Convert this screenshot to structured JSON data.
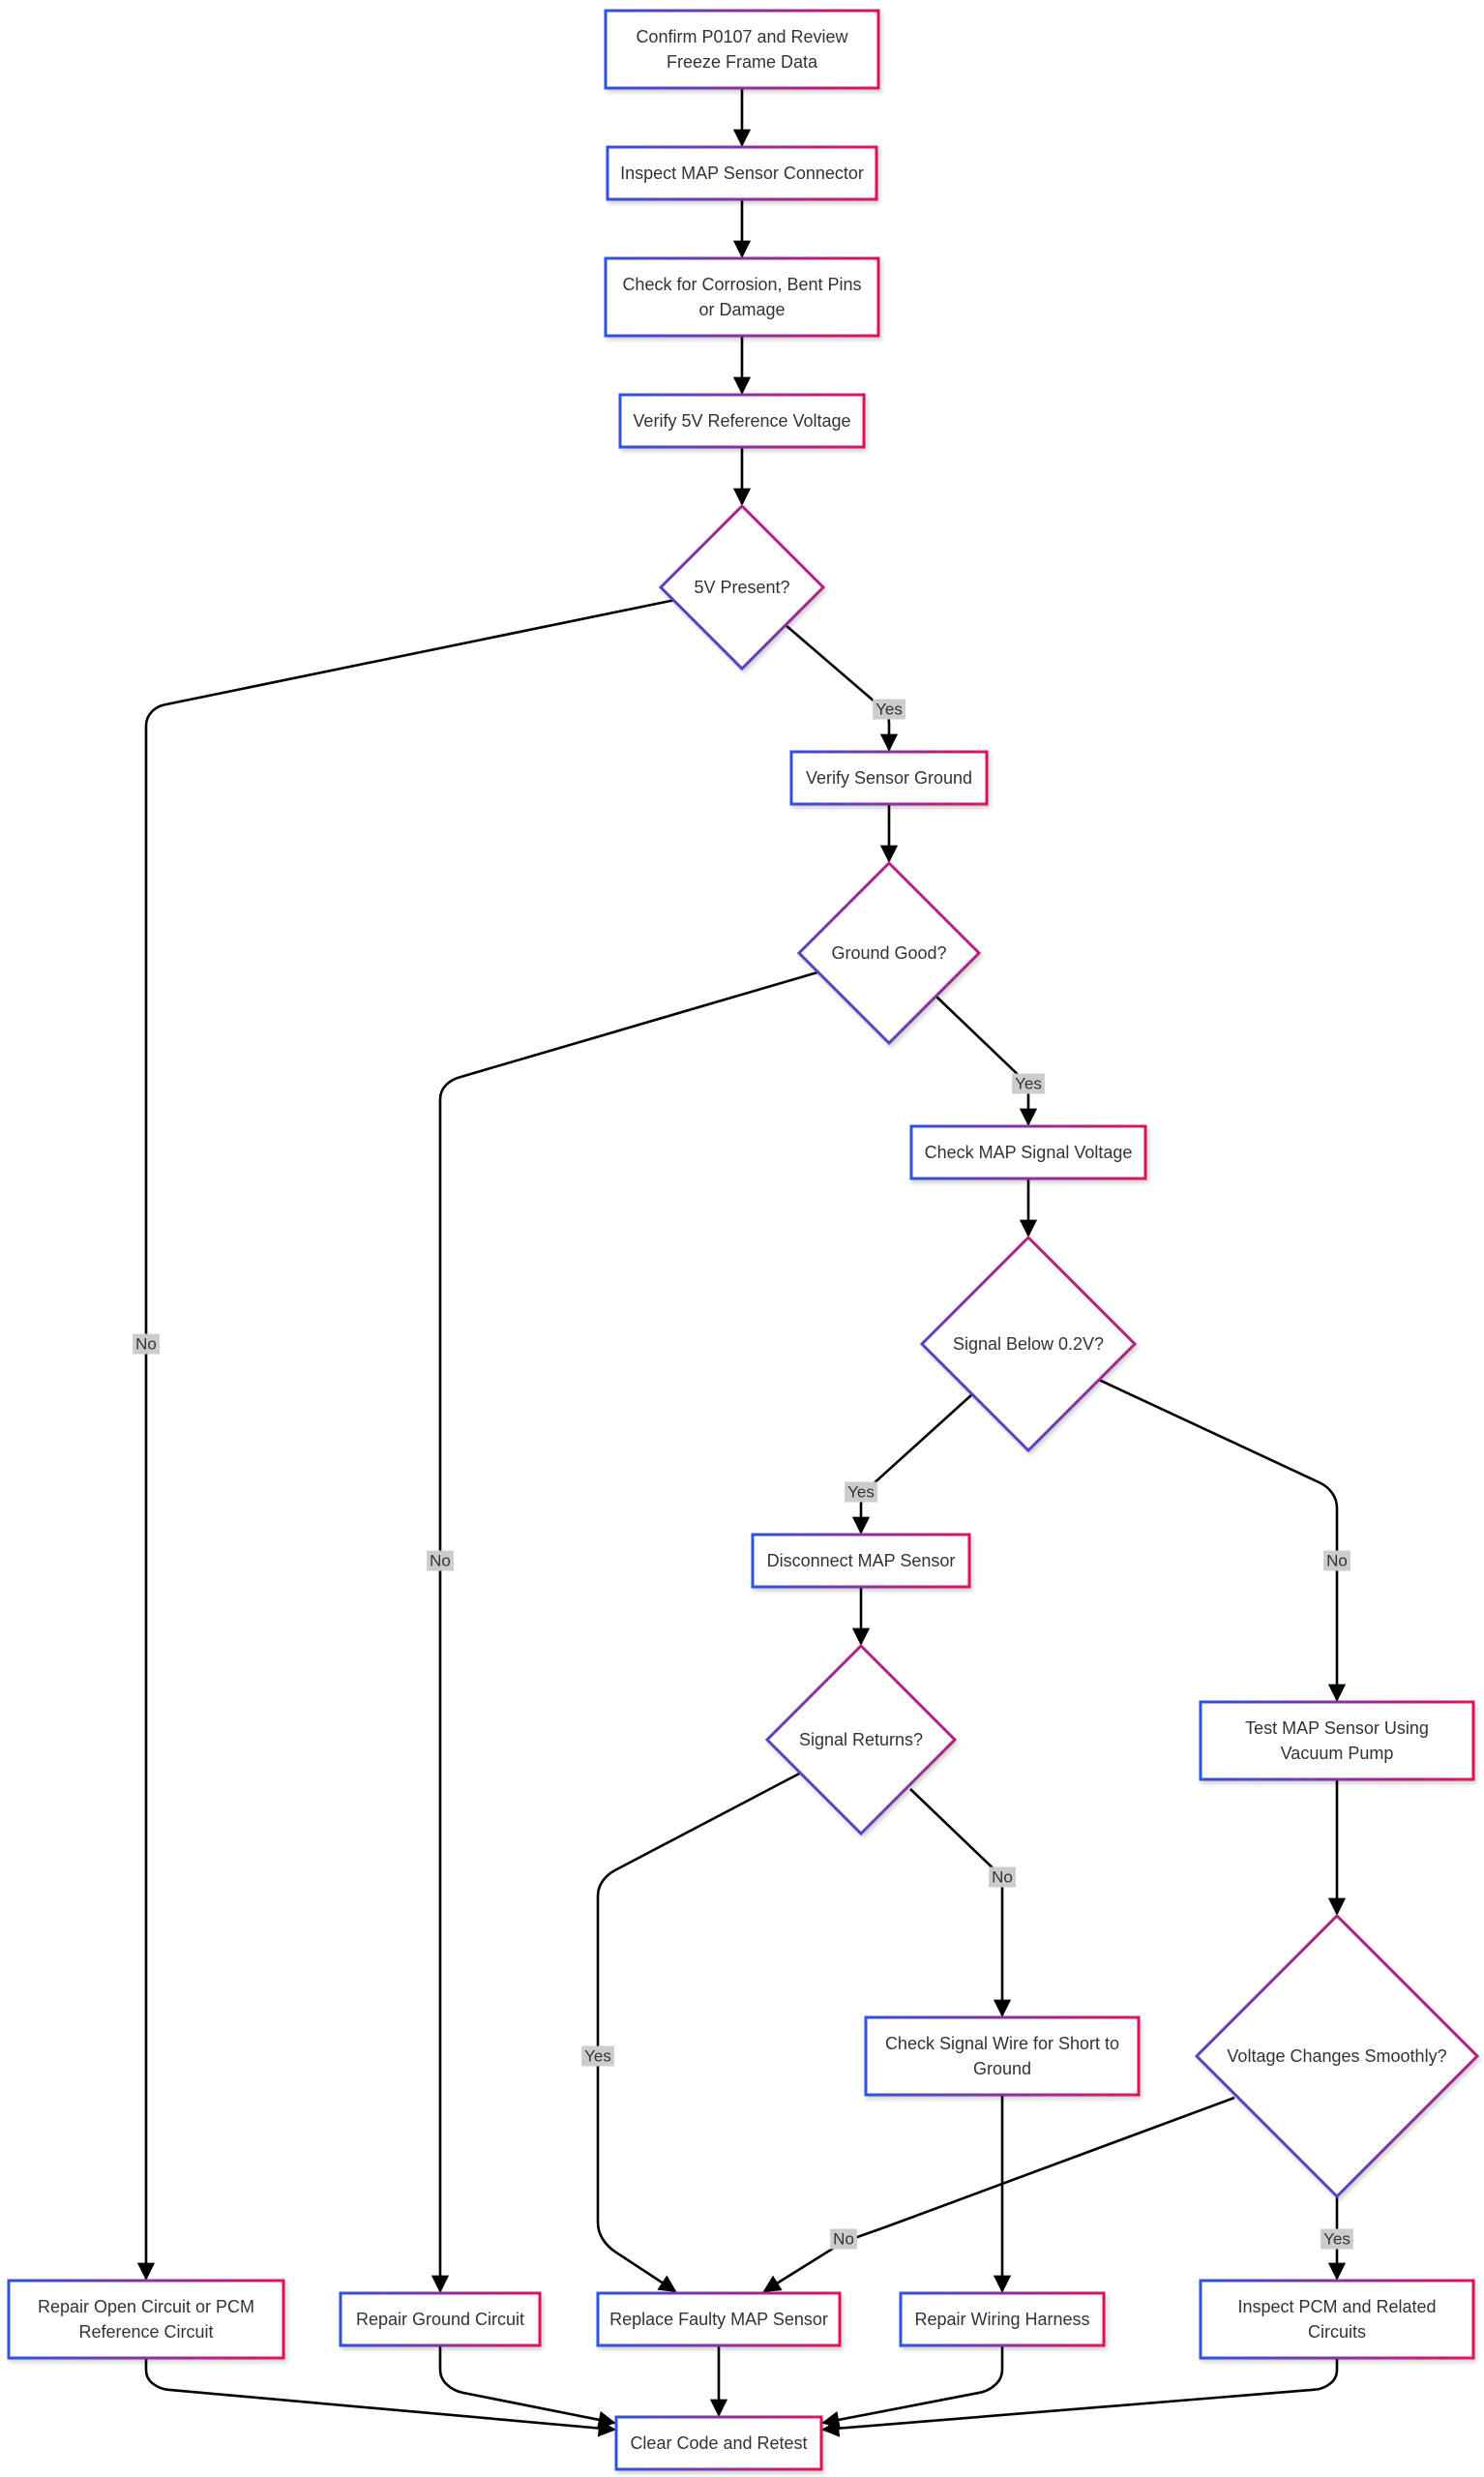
{
  "colors": {
    "node_stroke_start": "#2f52e0",
    "node_stroke_end": "#e0115f",
    "edge": "#000000",
    "text": "#333333",
    "label_bg": "#cccccc",
    "background": "#ffffff"
  },
  "nodes": [
    {
      "id": "confirm-code",
      "shape": "rect",
      "lines": [
        "Confirm P0107 and Review",
        "Freeze Frame Data"
      ]
    },
    {
      "id": "inspect-connector",
      "shape": "rect",
      "lines": [
        "Inspect MAP Sensor Connector"
      ]
    },
    {
      "id": "check-corrosion",
      "shape": "rect",
      "lines": [
        "Check for Corrosion, Bent Pins",
        "or Damage"
      ]
    },
    {
      "id": "verify-5v",
      "shape": "rect",
      "lines": [
        "Verify 5V Reference Voltage"
      ]
    },
    {
      "id": "five-v-present",
      "shape": "diamond",
      "lines": [
        "5V Present?"
      ]
    },
    {
      "id": "verify-ground",
      "shape": "rect",
      "lines": [
        "Verify Sensor Ground"
      ]
    },
    {
      "id": "ground-good",
      "shape": "diamond",
      "lines": [
        "Ground Good?"
      ]
    },
    {
      "id": "check-signal",
      "shape": "rect",
      "lines": [
        "Check MAP Signal Voltage"
      ]
    },
    {
      "id": "signal-below",
      "shape": "diamond",
      "lines": [
        "Signal Below 0.2V?"
      ]
    },
    {
      "id": "disconnect-sensor",
      "shape": "rect",
      "lines": [
        "Disconnect MAP Sensor"
      ]
    },
    {
      "id": "signal-returns",
      "shape": "diamond",
      "lines": [
        "Signal Returns?"
      ]
    },
    {
      "id": "test-vacuum",
      "shape": "rect",
      "lines": [
        "Test MAP Sensor Using",
        "Vacuum Pump"
      ]
    },
    {
      "id": "voltage-smooth",
      "shape": "diamond",
      "lines": [
        "Voltage Changes Smoothly?"
      ]
    },
    {
      "id": "check-short",
      "shape": "rect",
      "lines": [
        "Check Signal Wire for Short to",
        "Ground"
      ]
    },
    {
      "id": "repair-open",
      "shape": "rect",
      "lines": [
        "Repair Open Circuit or PCM",
        "Reference Circuit"
      ]
    },
    {
      "id": "repair-ground",
      "shape": "rect",
      "lines": [
        "Repair Ground Circuit"
      ]
    },
    {
      "id": "replace-sensor",
      "shape": "rect",
      "lines": [
        "Replace Faulty MAP Sensor"
      ]
    },
    {
      "id": "repair-harness",
      "shape": "rect",
      "lines": [
        "Repair Wiring Harness"
      ]
    },
    {
      "id": "inspect-pcm",
      "shape": "rect",
      "lines": [
        "Inspect PCM and Related",
        "Circuits"
      ]
    },
    {
      "id": "clear-code",
      "shape": "rect",
      "lines": [
        "Clear Code and Retest"
      ]
    }
  ],
  "edges": [
    {
      "id": "e1",
      "from": "confirm-code",
      "to": "inspect-connector",
      "label": ""
    },
    {
      "id": "e2",
      "from": "inspect-connector",
      "to": "check-corrosion",
      "label": ""
    },
    {
      "id": "e3",
      "from": "check-corrosion",
      "to": "verify-5v",
      "label": ""
    },
    {
      "id": "e4",
      "from": "verify-5v",
      "to": "five-v-present",
      "label": ""
    },
    {
      "id": "e5",
      "from": "five-v-present",
      "to": "verify-ground",
      "label": "Yes"
    },
    {
      "id": "e6",
      "from": "five-v-present",
      "to": "repair-open",
      "label": "No"
    },
    {
      "id": "e7",
      "from": "verify-ground",
      "to": "ground-good",
      "label": ""
    },
    {
      "id": "e8",
      "from": "ground-good",
      "to": "check-signal",
      "label": "Yes"
    },
    {
      "id": "e9",
      "from": "ground-good",
      "to": "repair-ground",
      "label": "No"
    },
    {
      "id": "e10",
      "from": "check-signal",
      "to": "signal-below",
      "label": ""
    },
    {
      "id": "e11",
      "from": "signal-below",
      "to": "disconnect-sensor",
      "label": "Yes"
    },
    {
      "id": "e12",
      "from": "signal-below",
      "to": "test-vacuum",
      "label": "No"
    },
    {
      "id": "e13",
      "from": "disconnect-sensor",
      "to": "signal-returns",
      "label": ""
    },
    {
      "id": "e14",
      "from": "signal-returns",
      "to": "replace-sensor",
      "label": "Yes"
    },
    {
      "id": "e15",
      "from": "signal-returns",
      "to": "check-short",
      "label": "No"
    },
    {
      "id": "e16",
      "from": "test-vacuum",
      "to": "voltage-smooth",
      "label": ""
    },
    {
      "id": "e17",
      "from": "voltage-smooth",
      "to": "inspect-pcm",
      "label": "Yes"
    },
    {
      "id": "e18",
      "from": "voltage-smooth",
      "to": "replace-sensor",
      "label": "No"
    },
    {
      "id": "e19",
      "from": "check-short",
      "to": "repair-harness",
      "label": ""
    },
    {
      "id": "e20",
      "from": "repair-open",
      "to": "clear-code",
      "label": ""
    },
    {
      "id": "e21",
      "from": "repair-ground",
      "to": "clear-code",
      "label": ""
    },
    {
      "id": "e22",
      "from": "replace-sensor",
      "to": "clear-code",
      "label": ""
    },
    {
      "id": "e23",
      "from": "repair-harness",
      "to": "clear-code",
      "label": ""
    },
    {
      "id": "e24",
      "from": "inspect-pcm",
      "to": "clear-code",
      "label": ""
    }
  ]
}
